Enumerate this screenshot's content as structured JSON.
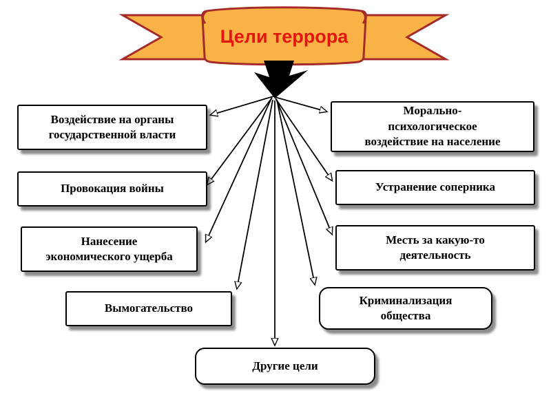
{
  "slide": {
    "title": "Цели террора"
  },
  "boxes": [
    {
      "id": "state-authority",
      "label": "Воздействие на органы\nгосударственной власти"
    },
    {
      "id": "moral-psych",
      "label": "Морально-\nпсихологическое\nвоздействие на население"
    },
    {
      "id": "war-provocation",
      "label": "Провокация войны"
    },
    {
      "id": "rival-elimination",
      "label": "Устранение соперника"
    },
    {
      "id": "economic-damage",
      "label": "Нанесение\nэкономического ущерба"
    },
    {
      "id": "revenge",
      "label": "Месть за какую-то\nдеятельность"
    },
    {
      "id": "extortion",
      "label": "Вымогательство"
    },
    {
      "id": "criminalization",
      "label": "Криминализация\nобщества"
    },
    {
      "id": "other-goals",
      "label": "Другие цели"
    }
  ],
  "colors": {
    "banner_fill": "#f9b245",
    "banner_border": "#a52a2a",
    "title_text": "#e3150f",
    "box_border": "#000000",
    "box_fill": "#ffffff",
    "arrow": "#000000",
    "shadow": "#737373",
    "background": "#ffffff"
  }
}
